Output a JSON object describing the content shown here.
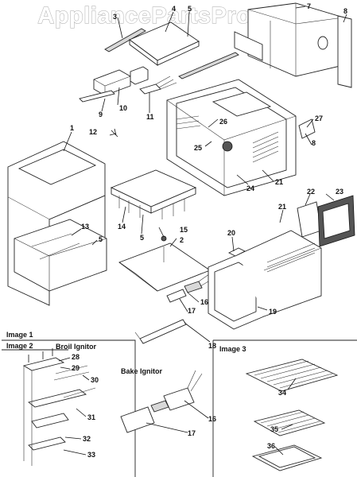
{
  "watermark": "AppliancePartsPros.com",
  "sections": {
    "image1": "Image 1",
    "image2": "Image 2",
    "image3": "Image 3",
    "broil_ignitor": "Broil Ignitor",
    "bake_ignitor": "Bake Ignitor"
  },
  "callouts": [
    "3",
    "4",
    "5",
    "7",
    "8",
    "10",
    "9",
    "11",
    "12",
    "1",
    "26",
    "25",
    "27",
    "8",
    "24",
    "21",
    "14",
    "5",
    "13",
    "5",
    "15",
    "2",
    "22",
    "23",
    "21",
    "20",
    "16",
    "17",
    "19",
    "18",
    "28",
    "29",
    "30",
    "31",
    "32",
    "33",
    "16",
    "17",
    "34",
    "35",
    "36"
  ]
}
